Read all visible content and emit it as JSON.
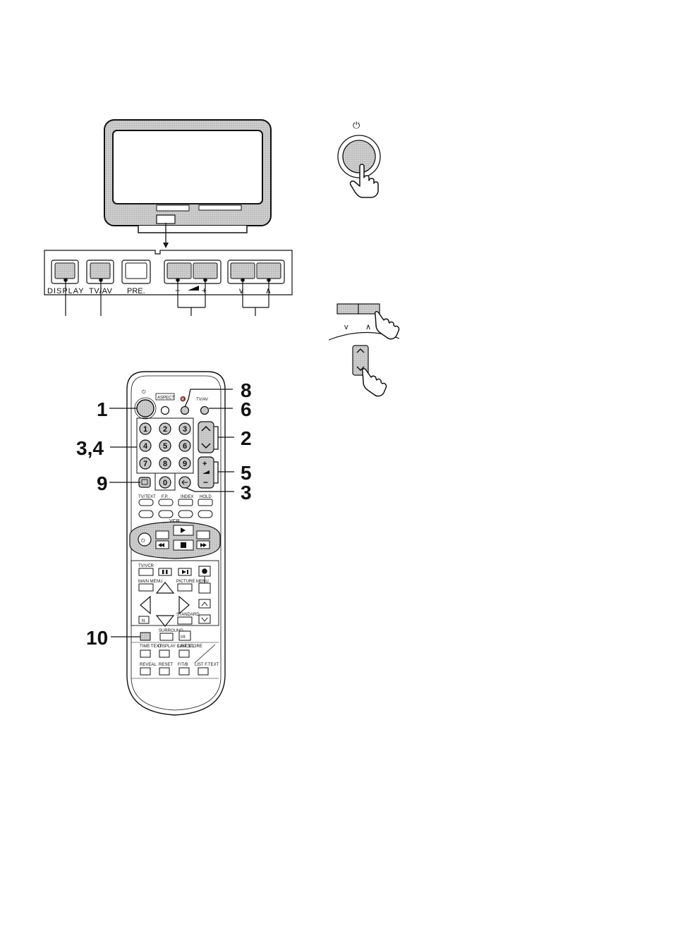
{
  "tv_panel": {
    "display": "DISPLAY",
    "tvav": "TV/AV",
    "pre": "PRE.",
    "vol_minus": "−",
    "vol_plus": "+",
    "ch_down": "v",
    "ch_up": "∧"
  },
  "power_icon_symbol": "⏻",
  "channel_buttons": {
    "down": "v",
    "up": "∧"
  },
  "remote": {
    "aspect": "ASPECT",
    "mute_symbol": "🔇",
    "tvav": "TV/AV",
    "digits": [
      "1",
      "2",
      "3",
      "4",
      "5",
      "6",
      "7",
      "8",
      "9",
      "0"
    ],
    "row_labels": [
      "TV/TEXT",
      "F.P.",
      "INDEX",
      "HOLD"
    ],
    "vcr": "VCR",
    "tvvcr": "TV/VCR",
    "main_menu": "MAIN MENU",
    "picture_menu": "PICTURE MENU",
    "n": "N",
    "standard": "STANDARD",
    "surround": "SURROUND",
    "sound_mode": "I/II",
    "time_text": "TIME TEXT",
    "display_cancel": "DISPLAY CANCEL",
    "list_store": "LIST STORE",
    "reveal": "REVEAL",
    "reset": "RESET",
    "ftb": "F/T/B",
    "list_ftext": "LIST F.TEXT"
  },
  "callouts": {
    "c1": "1",
    "c34": "3,4",
    "c9": "9",
    "c10": "10",
    "c8": "8",
    "c6": "6",
    "c2": "2",
    "c5": "5",
    "c3": "3"
  },
  "colors": {
    "ink": "#111111",
    "shade": "#c8c8c8",
    "paper": "#ffffff"
  },
  "icons": [
    "power-icon",
    "hand-pointer-icon",
    "mute-icon"
  ]
}
